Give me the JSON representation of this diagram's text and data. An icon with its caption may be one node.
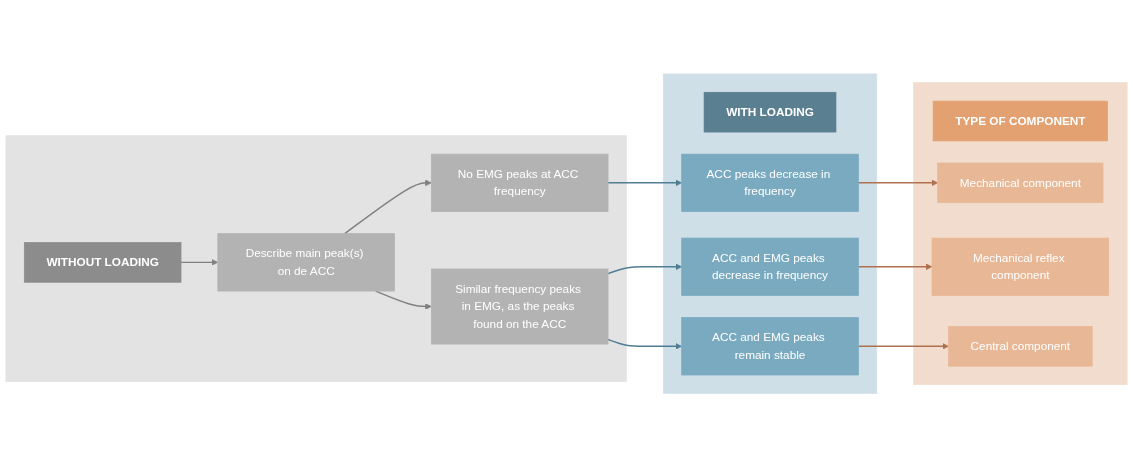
{
  "diagram": {
    "nodes": [
      {
        "text": [],
        "shape": "box"
      },
      {
        "text": [
          "WITHOUT LOADING"
        ],
        "in": 0
      },
      {
        "text": [
          "Describe main peak(s) on de ACC"
        ],
        "in": 0
      },
      {
        "text": [
          "No EMG peaks at ACC frequency"
        ],
        "in": 0
      },
      {
        "text": [
          "Similar frequency peaks in EMG, as the peaks found on the ACC"
        ],
        "in": 0
      },
      {
        "text": [],
        "shape": "box"
      },
      {
        "text": [
          "WITH LOADING"
        ],
        "in": 5
      },
      {
        "text": [
          "ACC peaks decrease in frequency"
        ],
        "in": 5
      },
      {
        "text": [
          "ACC and EMG peaks decrease in frequency"
        ],
        "in": 5
      },
      {
        "text": [
          "ACC and EMG peaks remain stable"
        ],
        "in": 5
      },
      {
        "text": [],
        "shape": "box"
      },
      {
        "text": [
          "TYPE OF COMPONENT"
        ],
        "in": 10
      },
      {
        "text": [
          "Mechanical component"
        ],
        "in": 10
      },
      {
        "text": [
          "Mechanical reflex component"
        ],
        "in": 10
      },
      {
        "text": [
          "Central component"
        ],
        "in": 10
      }
    ],
    "edges": [
      {
        "from": 1,
        "to": 2,
        "arrow": "to"
      },
      {
        "from": 2,
        "to": 3,
        "arrow": "to"
      },
      {
        "from": 2,
        "to": 4,
        "arrow": "to"
      },
      {
        "from": 3,
        "to": 7,
        "arrow": "to",
        "color": "#4f7d93"
      },
      {
        "from": 4,
        "to": 8,
        "arrow": "to",
        "color": "#4f7d93"
      },
      {
        "from": 4,
        "to": 9,
        "arrow": "to",
        "color": "#4f7d93"
      },
      {
        "from": 7,
        "to": 12,
        "arrow": "to",
        "color": "#b0704e"
      },
      {
        "from": 8,
        "to": 13,
        "arrow": "to",
        "color": "#b0704e"
      },
      {
        "from": 9,
        "to": 14,
        "arrow": "to",
        "color": "#b0704e"
      }
    ]
  }
}
